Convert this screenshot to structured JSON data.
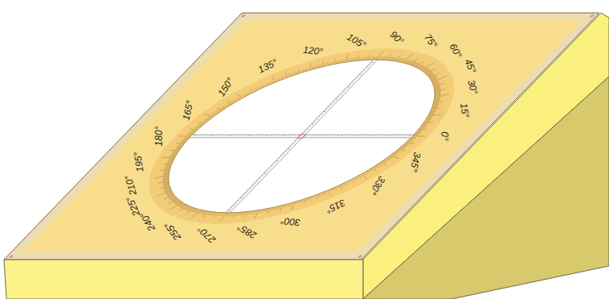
{
  "diagram": {
    "labels": [
      "0°",
      "15°",
      "30°",
      "45°",
      "60°",
      "75°",
      "90°",
      "105°",
      "120°",
      "135°",
      "150°",
      "165°",
      "180°",
      "195°",
      "210°",
      "225°",
      "240°",
      "255°",
      "270°",
      "285°",
      "300°",
      "315°",
      "330°",
      "345°"
    ]
  }
}
